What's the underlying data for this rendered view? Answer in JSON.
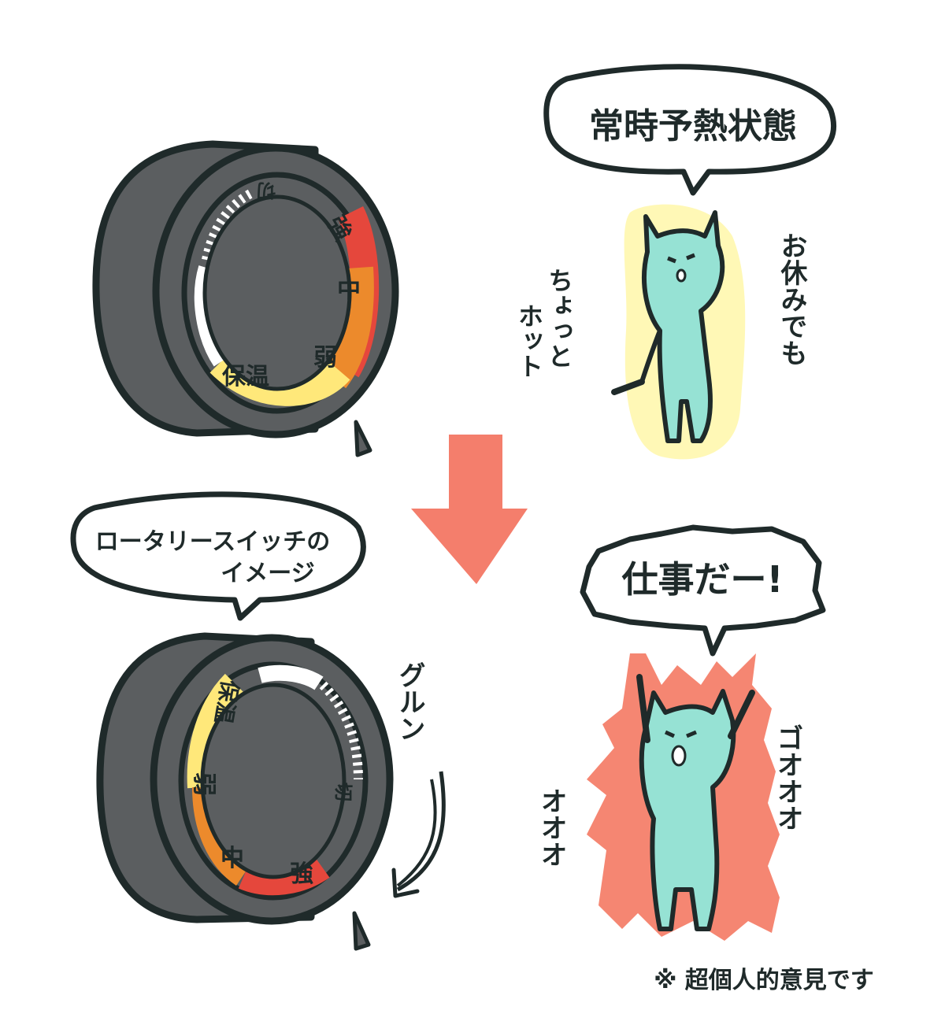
{
  "knob_top": {
    "off_label": "切",
    "segments": [
      {
        "label": "強",
        "color": "#e5473c"
      },
      {
        "label": "中",
        "color": "#ec8a2c"
      },
      {
        "label": "弱",
        "color": "#ffe87a"
      },
      {
        "label": "保温",
        "color": "#ffe87a"
      }
    ]
  },
  "knob_bottom": {
    "off_label": "切",
    "segments": [
      {
        "label": "保温",
        "color": "#ffe87a"
      },
      {
        "label": "弱",
        "color": "#ffe87a"
      },
      {
        "label": "中",
        "color": "#ec8a2c"
      },
      {
        "label": "強",
        "color": "#e5473c"
      }
    ]
  },
  "bubble_top": {
    "text": "常時予熱状態"
  },
  "bubble_left": {
    "line1": "ロータリースイッチの",
    "line2": "イメージ"
  },
  "bubble_right": {
    "text": "仕事だー!"
  },
  "cat_top": {
    "side_left": [
      "ちょっと",
      "ホット"
    ],
    "side_right": "お休みでも"
  },
  "cat_bottom": {
    "sfx_right": "ゴオオオ",
    "sfx_left": "オオオ"
  },
  "spin_label": "グルン",
  "footnote": "※ 超個人的意見です",
  "colors": {
    "body": "#5b5e60",
    "outline": "#1f2a2a",
    "cat": "#96e2d4",
    "glow": "#fff27a",
    "flame": "#f58672",
    "arrow": "#f47e6c"
  }
}
